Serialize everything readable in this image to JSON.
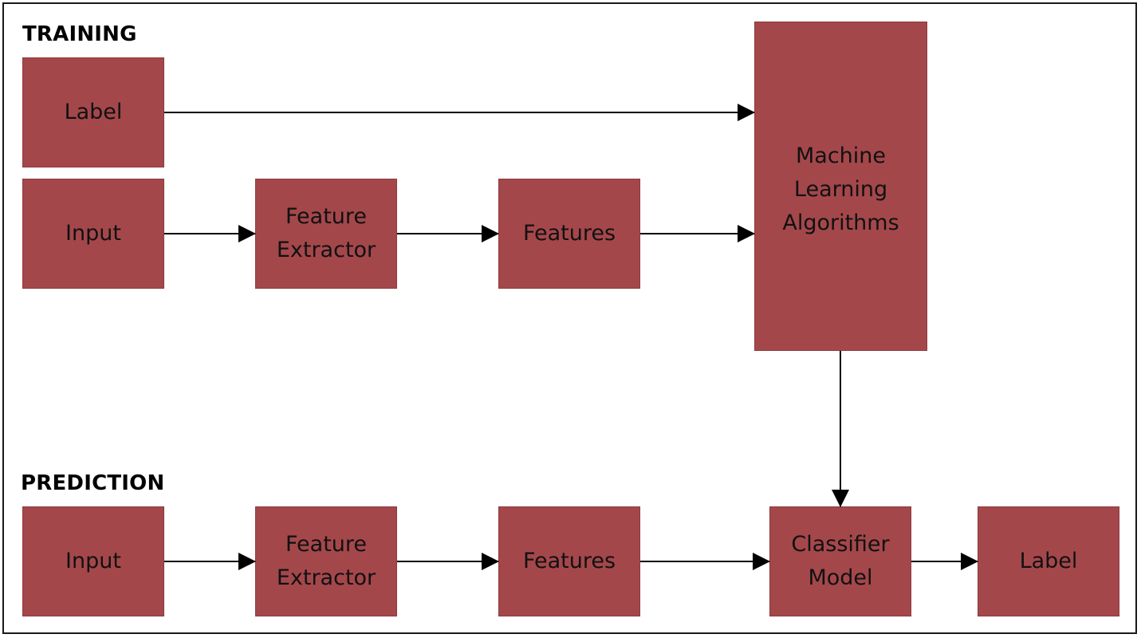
{
  "sections": {
    "training": "TRAINING",
    "prediction": "PREDICTION"
  },
  "training": {
    "label": "Label",
    "input": "Input",
    "feature_extractor": [
      "Feature",
      "Extractor"
    ],
    "features": "Features",
    "algorithms": [
      "Machine",
      "Learning",
      "Algorithms"
    ]
  },
  "prediction": {
    "input": "Input",
    "feature_extractor": [
      "Feature",
      "Extractor"
    ],
    "features": "Features",
    "classifier": [
      "Classifier",
      "Model"
    ],
    "label": "Label"
  },
  "colors": {
    "box_fill": "#a4474b",
    "line": "#000000"
  }
}
